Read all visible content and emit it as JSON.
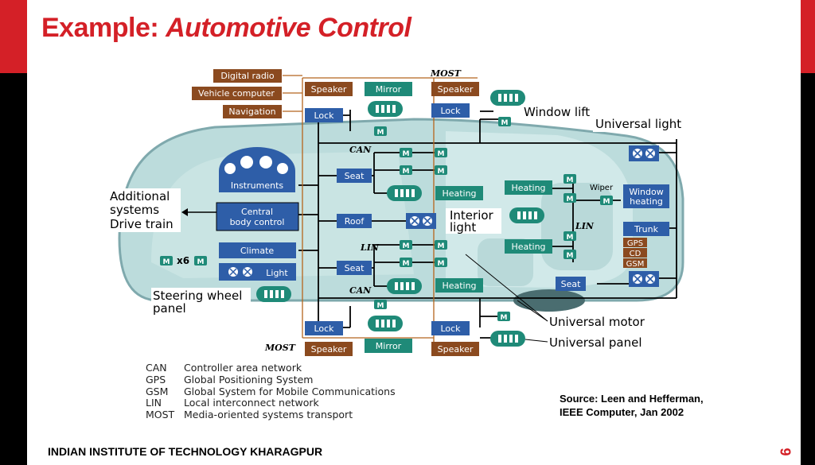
{
  "title": {
    "prefix": "Example: ",
    "emphasis": "Automotive Control"
  },
  "diagram": {
    "bus_labels": {
      "most_top": "MOST",
      "most_bottom": "MOST",
      "can_top": "CAN",
      "can_bottom": "CAN",
      "lin_left": "LIN",
      "lin_right": "LIN"
    },
    "boxes": {
      "digital_radio": "Digital radio",
      "vehicle_computer": "Vehicle computer",
      "navigation": "Navigation",
      "speaker_tl": "Speaker",
      "mirror_t": "Mirror",
      "speaker_tr": "Speaker",
      "lock_tl": "Lock",
      "lock_tr": "Lock",
      "instruments": "Instruments",
      "central_body_control_1": "Central",
      "central_body_control_2": "body control",
      "climate": "Climate",
      "light": "Light",
      "seat_t": "Seat",
      "heating_mid": "Heating",
      "roof": "Roof",
      "seat_b": "Seat",
      "heating_low": "Heating",
      "heating_r1": "Heating",
      "heating_r2": "Heating",
      "window_heating_1": "Window",
      "window_heating_2": "heating",
      "trunk": "Trunk",
      "gps": "GPS",
      "cd": "CD",
      "gsm": "GSM",
      "seat_r": "Seat",
      "lock_bl": "Lock",
      "lock_br": "Lock",
      "speaker_bl": "Speaker",
      "mirror_b": "Mirror",
      "speaker_br": "Speaker"
    },
    "callouts": {
      "window_lift": "Window lift",
      "universal_light": "Universal light",
      "wiper": "Wiper",
      "additional_1": "Additional",
      "additional_2": "systems",
      "drive_train": "Drive train",
      "x6": "x6",
      "interior_1": "Interior",
      "interior_2": "light",
      "steering_1": "Steering wheel",
      "steering_2": "panel",
      "universal_motor": "Universal motor",
      "universal_panel": "Universal panel"
    },
    "motor_symbol": "M"
  },
  "legend": [
    {
      "abbr": "CAN",
      "desc": "Controller area network"
    },
    {
      "abbr": "GPS",
      "desc": "Global Positioning System"
    },
    {
      "abbr": "GSM",
      "desc": "Global System for Mobile Communications"
    },
    {
      "abbr": "LIN",
      "desc": "Local interconnect network"
    },
    {
      "abbr": "MOST",
      "desc": "Media-oriented systems transport"
    }
  ],
  "source": {
    "line1": "Source: Leen and Hefferman,",
    "line2": "IEEE Computer, Jan 2002"
  },
  "footer": "INDIAN INSTITUTE OF TECHNOLOGY KHARAGPUR",
  "page_number": "9",
  "colors": {
    "accent": "#d42027",
    "blue_box": "#2e5ea8",
    "brown_box": "#8b4a1f",
    "green_box": "#1f8a78",
    "car_body": "#bcdcdc"
  }
}
